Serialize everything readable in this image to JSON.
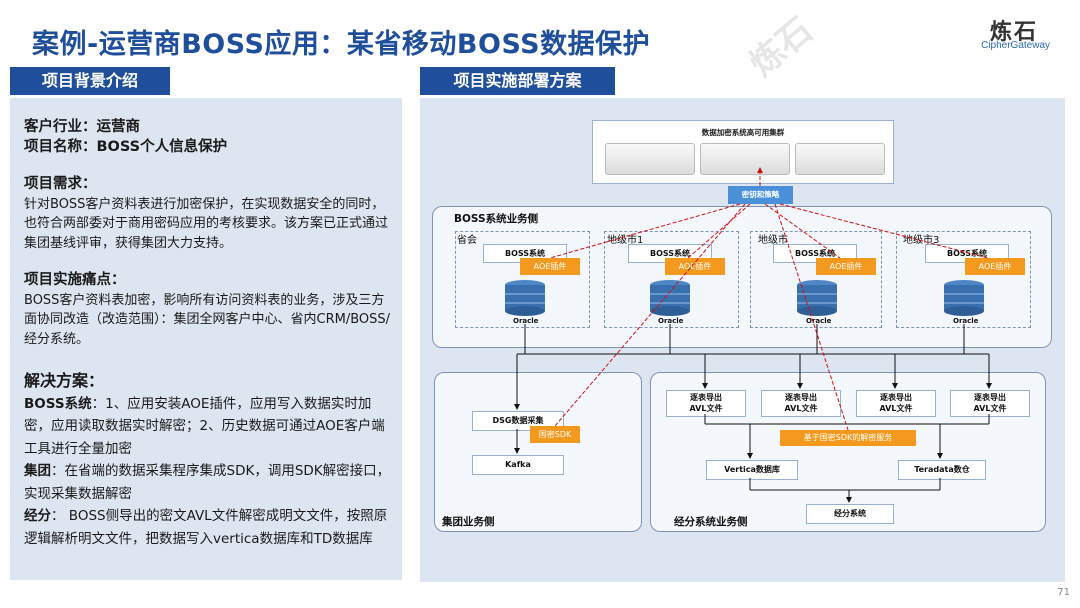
{
  "title": "案例-运营商BOSS应用：某省移动BOSS数据保护",
  "logo": {
    "cn": "炼石",
    "en": "CipherGateway"
  },
  "left_header": "项目背景介绍",
  "right_header": "项目实施部署方案",
  "left": {
    "industry_label": "客户行业：运营商",
    "project_label": "项目名称：BOSS个人信息保护",
    "req_title": "项目需求：",
    "req_text": "针对BOSS客户资料表进行加密保护，在实现数据安全的同时，也符合两部委对于商用密码应用的考核要求。该方案已正式通过集团基线评审，获得集团大力支持。",
    "pain_title": "项目实施痛点：",
    "pain_text": "BOSS客户资料表加密，影响所有访问资料表的业务，涉及三方面协同改造（改造范围）：集团全网客户中心、省内CRM/BOSS/经分系统。",
    "sol_title": "解决方案：",
    "sol_boss_label": "BOSS系统",
    "sol_boss_text": "：1、应用安装AOE插件，应用写入数据实时加密，应用读取数据实时解密；2、历史数据可通过AOE客户端工具进行全量加密",
    "sol_group_label": "集团",
    "sol_group_text": "：在省端的数据采集程序集成SDK，调用SDK解密接口，实现采集数据解密",
    "sol_jf_label": "经分",
    "sol_jf_text": "： BOSS侧导出的密文AVL文件解密成明文文件，按照原逻辑解析明文文件，把数据写入vertica数据库和TD数据库"
  },
  "diagram": {
    "cluster_title": "数据加密系统高可用集群",
    "key_policy": "密钥和策略",
    "boss_side": "BOSS系统业务侧",
    "zones": [
      "省会",
      "地级市1",
      "地级市",
      "地级市3"
    ],
    "boss_system": "BOSS系统",
    "aoe_plugin": "AOE插件",
    "oracle": "Oracle",
    "group_side": "集团业务侧",
    "dsg": "DSG数据采集",
    "sdk": "国密SDK",
    "kafka": "Kafka",
    "jf_side": "经分系统业务侧",
    "avl_export": "逐表导出\nAVL文件",
    "decrypt_service": "基于国密SDK的解密服务",
    "vertica": "Vertica数据库",
    "teradata": "Teradata数仓",
    "jf_system": "经分系统"
  },
  "page_number": "71"
}
